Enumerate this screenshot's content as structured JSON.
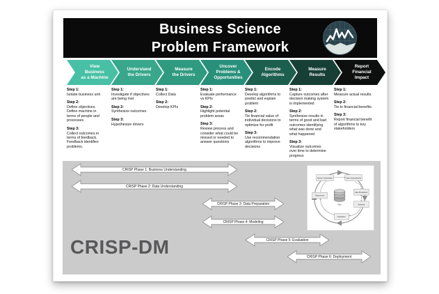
{
  "header": {
    "title_line1": "Business Science",
    "title_line2": "Problem Framework",
    "header_bg": "#0a0a0a",
    "logo": "line-chart-logo"
  },
  "phases": [
    {
      "label": "View\nBusiness\nas a Machine",
      "color": "#47c0a5",
      "steps": [
        {
          "title": "Step 1:",
          "text": "Isolate business unit"
        },
        {
          "title": "Step 2:",
          "text": "Define objectives. Define machine in terms of people and processes"
        },
        {
          "title": "Step 3:",
          "text": "Collect outcomes in terms of feedback. Feedback identifies problems."
        }
      ]
    },
    {
      "label": "Understand\nthe Drivers",
      "color": "#38a78c",
      "steps": [
        {
          "title": "Step 1:",
          "text": "Investigate if objectives are being met"
        },
        {
          "title": "Step 2:",
          "text": "Synthesize outcomes"
        },
        {
          "title": "Step 3:",
          "text": "Hypothesize drivers"
        }
      ]
    },
    {
      "label": "Measure\nthe Drivers",
      "color": "#2f9a80",
      "steps": [
        {
          "title": "Step 1:",
          "text": "Collect Data"
        },
        {
          "title": "Step 2:",
          "text": "Develop KPIs"
        }
      ]
    },
    {
      "label": "Uncover\nProblems &\nOpportunities",
      "color": "#28907a",
      "steps": [
        {
          "title": "Step 1:",
          "text": "Evaluate performance vs KPIs"
        },
        {
          "title": "Step 2:",
          "text": "Highlight potential problem areas"
        },
        {
          "title": "Step 3:",
          "text": "Review process and consider what could be missed or needed to answer questions"
        }
      ]
    },
    {
      "label": "Encode\nAlgorithms",
      "color": "#1d5f4e",
      "steps": [
        {
          "title": "Step 1:",
          "text": "Develop algorithms to predict and explain problem"
        },
        {
          "title": "Step 2:",
          "text": "Tie financial value of individual decisions to optimize for profit"
        },
        {
          "title": "Step 3:",
          "text": "Use recommendation algorithms to improve decisions"
        }
      ]
    },
    {
      "label": "Measure\nResults",
      "color": "#173f35",
      "steps": [
        {
          "title": "Step 1:",
          "text": "Capture outcomes after decision making system is implemented"
        },
        {
          "title": "Step 2:",
          "text": "Synthesize results in terms of good and bad outcomes identifying what was done and what happened"
        },
        {
          "title": "Step 3:",
          "text": "Visualize outcomes over time to determine progress"
        }
      ]
    },
    {
      "label": "Report\nFinancial\nImpact",
      "color": "#0d100f",
      "steps": [
        {
          "title": "Step 1:",
          "text": "Measure actual results."
        },
        {
          "title": "Step 2:",
          "text": "Tie to financial benefits"
        },
        {
          "title": "Step 3:",
          "text": "Report financial benefit of algorithms to key stakeholders"
        }
      ]
    }
  ],
  "crisp": {
    "section_title": "CRISP-DM",
    "panel_bg": "#cbcbcb",
    "arrows": [
      "CRISP Phase 1: Business Understanding",
      "CRISP Phase 2: Data Understanding",
      "CRISP Phase 3: Data Preparation",
      "CRISP Phase 4: Modeling",
      "CRISP Phase 5: Evaluation",
      "CRISP Phase 6: Deployment"
    ],
    "diagram": {
      "nodes": [
        "Business Understanding",
        "Data Understanding",
        "Data Preparation",
        "Modeling",
        "Evaluation",
        "Deployment"
      ],
      "center_label": "Data"
    }
  }
}
